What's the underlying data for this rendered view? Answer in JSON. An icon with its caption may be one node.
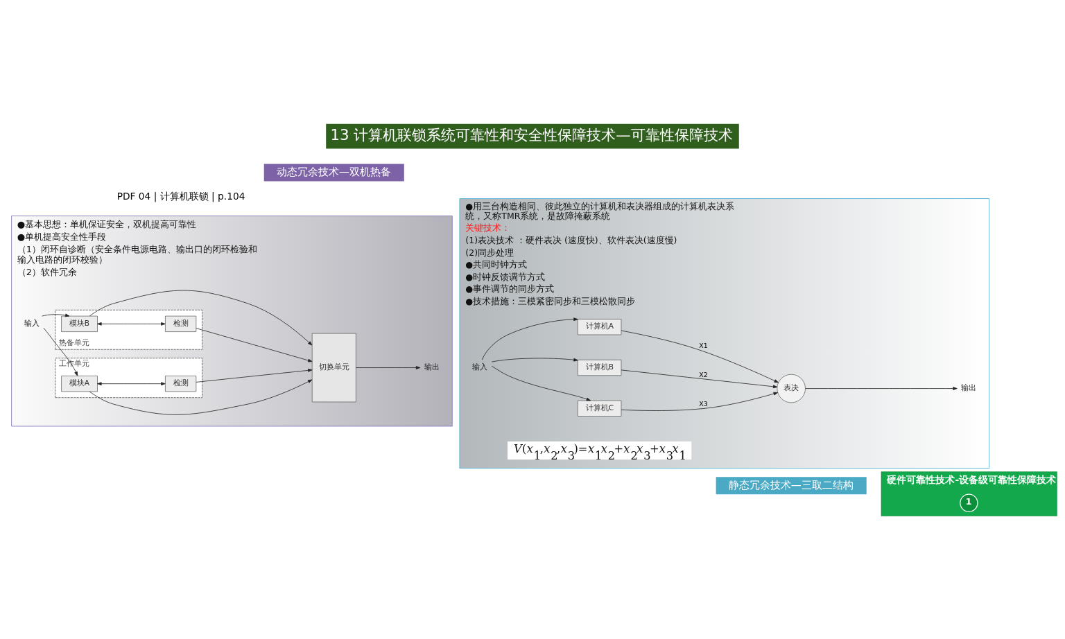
{
  "diagram": {
    "title": "13 计算机联锁系统可靠性和安全性保障技术—可靠性保障技术",
    "nodes": [
      {
        "text": [
          "动态冗余技术—双机热备"
        ]
      },
      {
        "text": [
          "●基本思想：单机保证安全，双机提高可靠性",
          "●单机提高安全性手段",
          "（1）闭环自诊断（安全条件电源电路、输出口的闭环检验和输入电路的闭环校验）",
          "（2）软件冗余"
        ]
      },
      {
        "text": [
          "工作单元"
        ],
        "in": 1
      },
      {
        "text": [
          "检测"
        ],
        "in": 2
      },
      {
        "text": [
          "模块A"
        ],
        "in": 2
      },
      {
        "text": [
          "热备单元"
        ],
        "in": 1
      },
      {
        "text": [
          "模块B"
        ],
        "in": 5
      },
      {
        "text": [
          "检测"
        ],
        "in": 5
      },
      {
        "text": [
          "输入"
        ],
        "in": 1
      },
      {
        "text": [
          "切换单元"
        ],
        "in": 1
      },
      {
        "text": [
          "输出"
        ],
        "in": 1
      },
      {
        "text": [
          "●用三台构造相同、彼此独立的计算机和表决器组成的计算机表决系统，又称TMR系统，是故障掩蔽系统",
          "关键技术：",
          "(1)表决技术 ：硬件表决 (速度快)、软件表决(速度慢)",
          "(2)同步处理",
          "●共同时钟方式",
          "●时钟反馈调节方式",
          "●事件调节的同步方式",
          "●技术措施：三模紧密同步和三模松散同步"
        ]
      },
      {
        "text": [
          "输入"
        ],
        "in": 11
      },
      {
        "text": [
          "计算机A"
        ],
        "in": 11
      },
      {
        "text": [
          "计算机B"
        ],
        "in": 11
      },
      {
        "text": [
          "计算机C"
        ],
        "in": 11
      },
      {
        "text": [
          "表决"
        ],
        "in": 11
      },
      {
        "text": [
          "输出"
        ],
        "in": 11
      },
      {
        "text": [
          "*V*(*x*$_{1}$,*x*$_{2}$,*x*$_{3}$)=*x*$_{1}$*x*$_{2}$+*x*$_{2}$*x*$_{3}$+*x*$_{3}$*x*$_{1}$"
        ],
        "in": 11
      },
      {
        "text": [
          "静态冗余技术—三取二结构"
        ]
      },
      {
        "text": [
          "硬件可靠性技术-设备级可靠性保障技术"
        ]
      },
      {
        "text": [
          "1"
        ],
        "in": 20
      }
    ],
    "edges": [
      {
        "from": 8,
        "to": 4,
        "arrow": "to"
      },
      {
        "from": 8,
        "to": 6,
        "arrow": "to"
      },
      {
        "from": 4,
        "to": 3,
        "arrow": "both"
      },
      {
        "from": 3,
        "to": 9,
        "arrow": "to"
      },
      {
        "from": 4,
        "to": 9,
        "arrow": "to"
      },
      {
        "from": 6,
        "to": 9,
        "arrow": "to"
      },
      {
        "from": 6,
        "to": 7,
        "arrow": "both"
      },
      {
        "from": 7,
        "to": 9,
        "arrow": "to"
      },
      {
        "from": 9,
        "to": 10,
        "arrow": "to"
      },
      {
        "from": 12,
        "to": 13,
        "arrow": "to"
      },
      {
        "from": 12,
        "to": 14,
        "arrow": "to"
      },
      {
        "from": 12,
        "to": 15,
        "arrow": "to"
      },
      {
        "from": 13,
        "to": 16,
        "arrow": "to",
        "label": "X1"
      },
      {
        "from": 14,
        "to": 16,
        "arrow": "to",
        "label": "X2"
      },
      {
        "from": 15,
        "to": 16,
        "arrow": "to",
        "label": "X3"
      },
      {
        "from": 16,
        "to": 17,
        "arrow": "to"
      }
    ],
    "labels": [
      "PDF 04 | 计算机联锁 | p.104"
    ]
  }
}
